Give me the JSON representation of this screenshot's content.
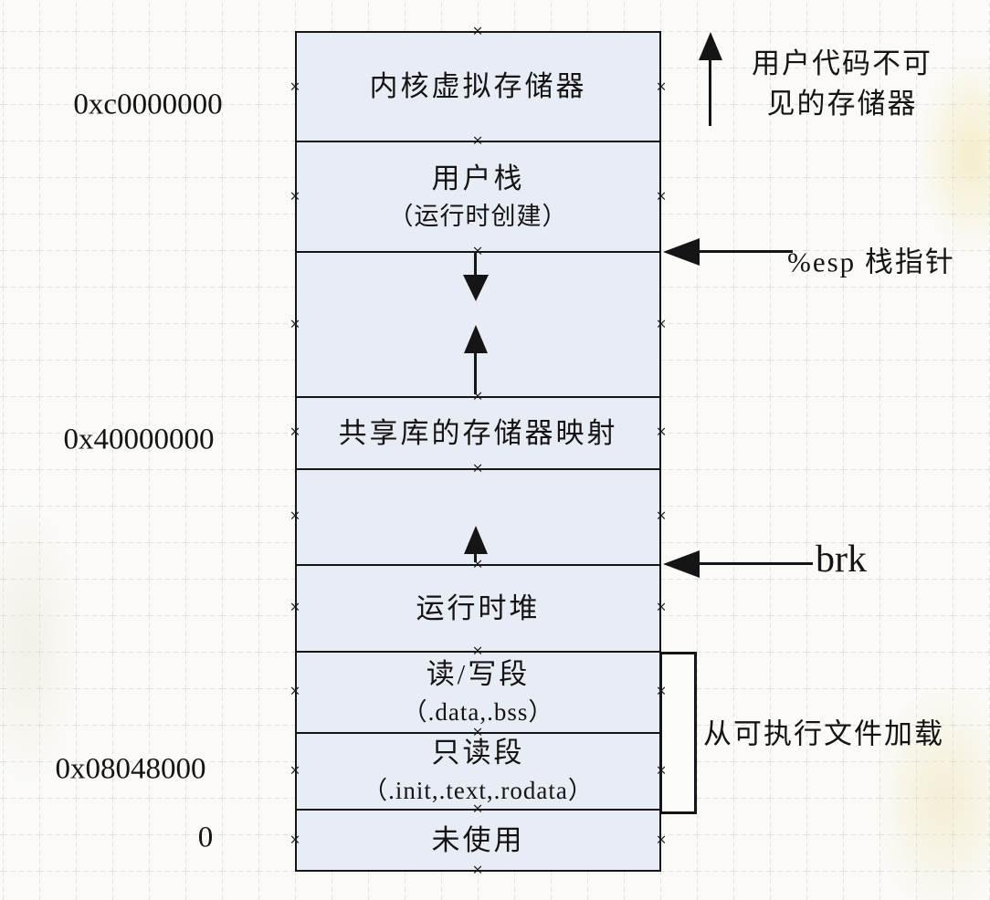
{
  "segments": [
    {
      "label": "内核虚拟存储器"
    },
    {
      "label": "用户栈",
      "sublabel": "（运行时创建）"
    },
    {
      "label": ""
    },
    {
      "label": "共享库的存储器映射"
    },
    {
      "label": ""
    },
    {
      "label": "运行时堆"
    },
    {
      "label": "读/写段",
      "sublabel": "（.data,.bss）"
    },
    {
      "label": "只读段",
      "sublabel": "（.init,.text,.rodata）"
    },
    {
      "label": "未使用"
    }
  ],
  "addresses": [
    {
      "text": "0xc0000000"
    },
    {
      "text": "0x40000000"
    },
    {
      "text": "0x08048000"
    },
    {
      "text": "0"
    }
  ],
  "annotations": {
    "kernel_invisible_line1": "用户代码不可",
    "kernel_invisible_line2": "见的存储器",
    "esp_pointer": "%esp 栈指针",
    "brk": "brk",
    "loaded_from_executable": "从可执行文件加载"
  },
  "colors": {
    "segment_fill": "#e8ecf5",
    "line_color": "#151515",
    "grid_color": "#c8cbd0"
  }
}
